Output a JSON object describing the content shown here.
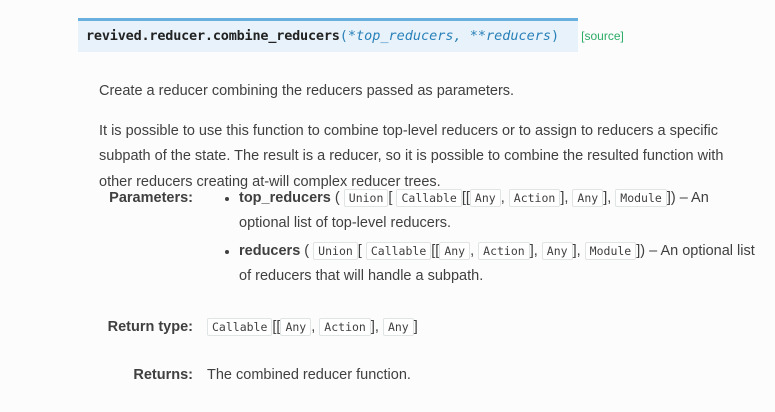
{
  "signature": {
    "qualified_name": "revived.reducer.combine_reducers",
    "open_paren": "(",
    "params": "*top_reducers, **reducers",
    "close_paren": ")",
    "source_link": "[source]",
    "accent_border_color": "#6ab0de",
    "background_color": "#e7f2fa",
    "param_color": "#2980b9",
    "source_link_color": "#2dab66"
  },
  "description": {
    "paragraph_1": "Create a reducer combining the reducers passed as parameters.",
    "paragraph_2": "It is possible to use this function to combine top-level reducers or to assign to reducers a specific subpath of the state. The result is a reducer, so it is possible to combine the resulted function with other reducers creating at-will complex reducer trees."
  },
  "fields": {
    "parameters": {
      "label": "Parameters:",
      "items": [
        {
          "name": "top_reducers",
          "open": "(",
          "type_tokens": [
            "Union",
            "[",
            "Callable",
            "[[",
            "Any",
            ",",
            "Action",
            "],",
            "Any",
            "],",
            "Module",
            "]"
          ],
          "close": ")",
          "separator": "–",
          "description": "An optional list of top-level reducers."
        },
        {
          "name": "reducers",
          "open": "(",
          "type_tokens": [
            "Union",
            "[",
            "Callable",
            "[[",
            "Any",
            ",",
            "Action",
            "],",
            "Any",
            "],",
            "Module",
            "]"
          ],
          "close": ")",
          "separator": "–",
          "description": "An optional list of reducers that will handle a subpath."
        }
      ]
    },
    "return_type": {
      "label": "Return type:",
      "tokens": [
        "Callable",
        "[[",
        "Any",
        ",",
        "Action",
        "],",
        "Any",
        "]"
      ]
    },
    "returns": {
      "label": "Returns:",
      "text": "The combined reducer function."
    }
  }
}
